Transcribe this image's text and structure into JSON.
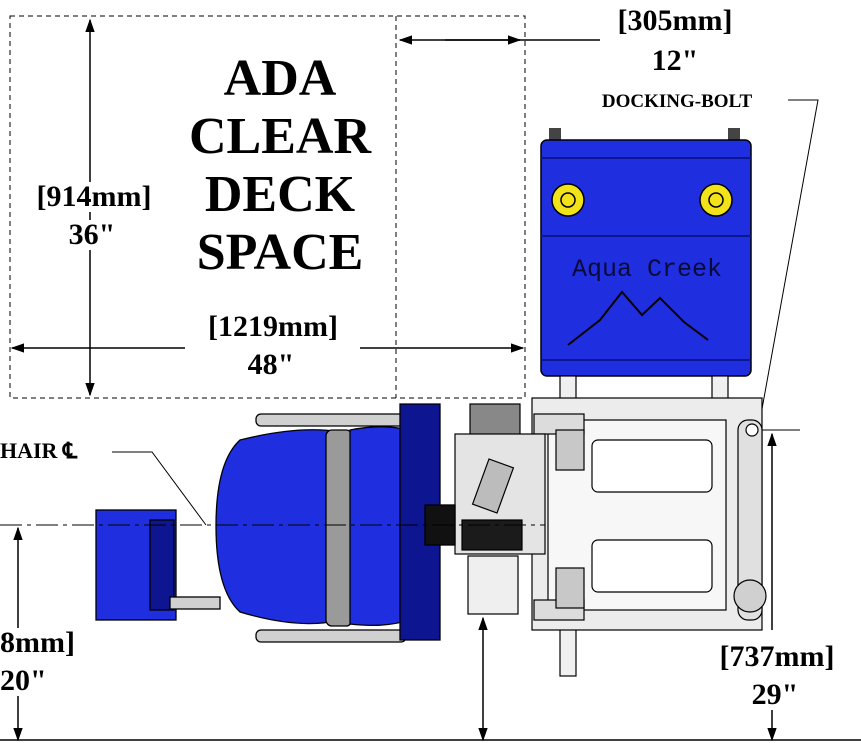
{
  "title_lines": [
    "ADA",
    "CLEAR",
    "DECK",
    "SPACE"
  ],
  "dimensions": {
    "deck_width": {
      "mm": "[1219mm]",
      "in": "48\""
    },
    "deck_depth": {
      "mm": "[914mm]",
      "in": "36\""
    },
    "offset_top": {
      "mm": "[305mm]",
      "in": "12\""
    },
    "chair_offset": {
      "mm": "8mm]",
      "in": "20\""
    },
    "bolt_offset": {
      "mm": "[737mm]",
      "in": "29\""
    }
  },
  "callouts": {
    "docking_bolt": "DOCKING-BOLT",
    "chair_centerline": "HAIR ℄"
  },
  "battery_brand": "Aqua Creek",
  "colors": {
    "blue": "#1f2fe0",
    "dark_blue": "#0d1690",
    "gray": "#b8b8b8",
    "yellow": "#f2e21a"
  }
}
